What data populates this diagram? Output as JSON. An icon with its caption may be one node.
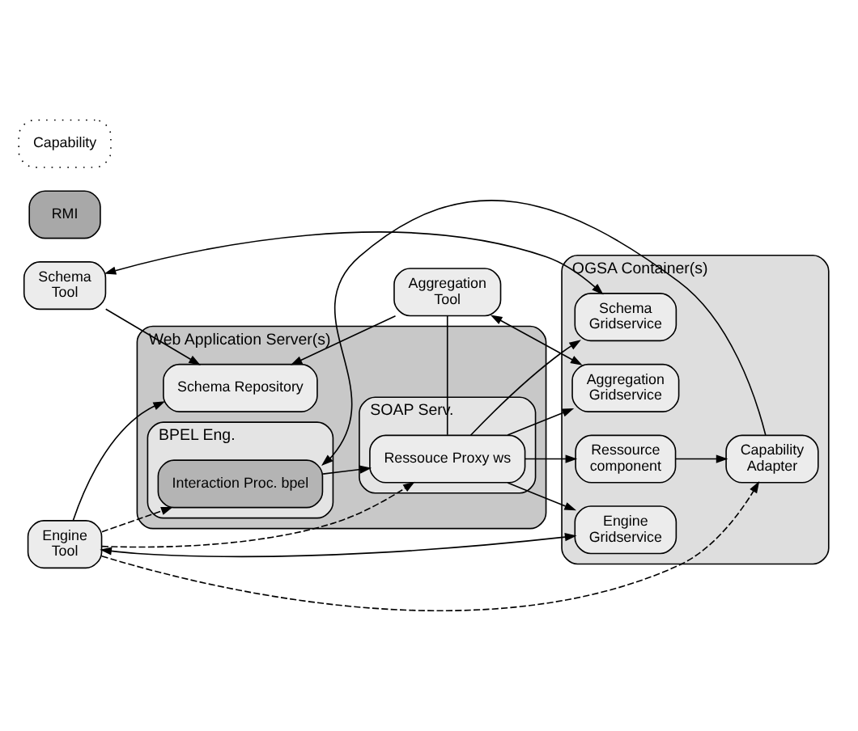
{
  "diagram": {
    "nodes": [
      {
        "text": [
          "Web Application Server(s)"
        ]
      },
      {
        "text": [
          "OGSA Container(s)"
        ]
      },
      {
        "text": [
          "Ressource",
          "component"
        ],
        "in": 1
      },
      {
        "text": [
          "Schema Repository"
        ],
        "in": 0
      },
      {
        "text": [
          "Aggregation",
          "Tool"
        ]
      },
      {
        "text": [
          "Schema",
          "Tool"
        ]
      },
      {
        "text": [
          "Engine",
          "Tool"
        ]
      },
      {
        "text": [
          "RMI"
        ]
      },
      {
        "text": [
          "Aggregation",
          "Gridservice"
        ],
        "in": 1
      },
      {
        "text": [
          "Schema",
          "Gridservice"
        ],
        "in": 1
      },
      {
        "text": [
          "Engine",
          "Gridservice"
        ],
        "in": 1
      },
      {
        "text": [
          "Capability"
        ]
      },
      {
        "text": [
          "BPEL Eng."
        ],
        "in": 0
      },
      {
        "text": [
          "Interaction Proc. bpel"
        ],
        "in": 12
      },
      {
        "text": [
          "SOAP Serv."
        ],
        "in": 0
      },
      {
        "text": [
          "Ressouce Proxy ws"
        ],
        "in": 14
      },
      {
        "text": [
          "Capability",
          "Adapter"
        ],
        "in": 1
      }
    ],
    "edges": [
      {
        "from": 4,
        "to": 3,
        "arrow": "to"
      },
      {
        "from": 5,
        "to": 3,
        "arrow": "to"
      },
      {
        "from": 6,
        "to": 3,
        "arrow": "to"
      },
      {
        "from": 4,
        "to": 8,
        "arrow": "both"
      },
      {
        "from": 5,
        "to": 9,
        "arrow": "both"
      },
      {
        "from": 6,
        "to": 10,
        "arrow": "both"
      },
      {
        "from": 15,
        "to": 2,
        "arrow": "to"
      },
      {
        "from": 15,
        "to": 4,
        "arrow": "none"
      },
      {
        "from": 15,
        "to": 8,
        "arrow": "to"
      },
      {
        "from": 15,
        "to": 9,
        "arrow": "to"
      },
      {
        "from": 15,
        "to": 10,
        "arrow": "to"
      },
      {
        "from": 2,
        "to": 16,
        "arrow": "to"
      },
      {
        "from": 16,
        "to": 13,
        "arrow": "to"
      },
      {
        "from": 13,
        "to": 15,
        "arrow": "to"
      },
      {
        "from": 6,
        "to": 13,
        "arrow": "to",
        "style": "dashed"
      },
      {
        "from": 6,
        "to": 15,
        "arrow": "to",
        "style": "dashed"
      },
      {
        "from": 6,
        "to": 16,
        "arrow": "to",
        "style": "dashed"
      }
    ]
  }
}
